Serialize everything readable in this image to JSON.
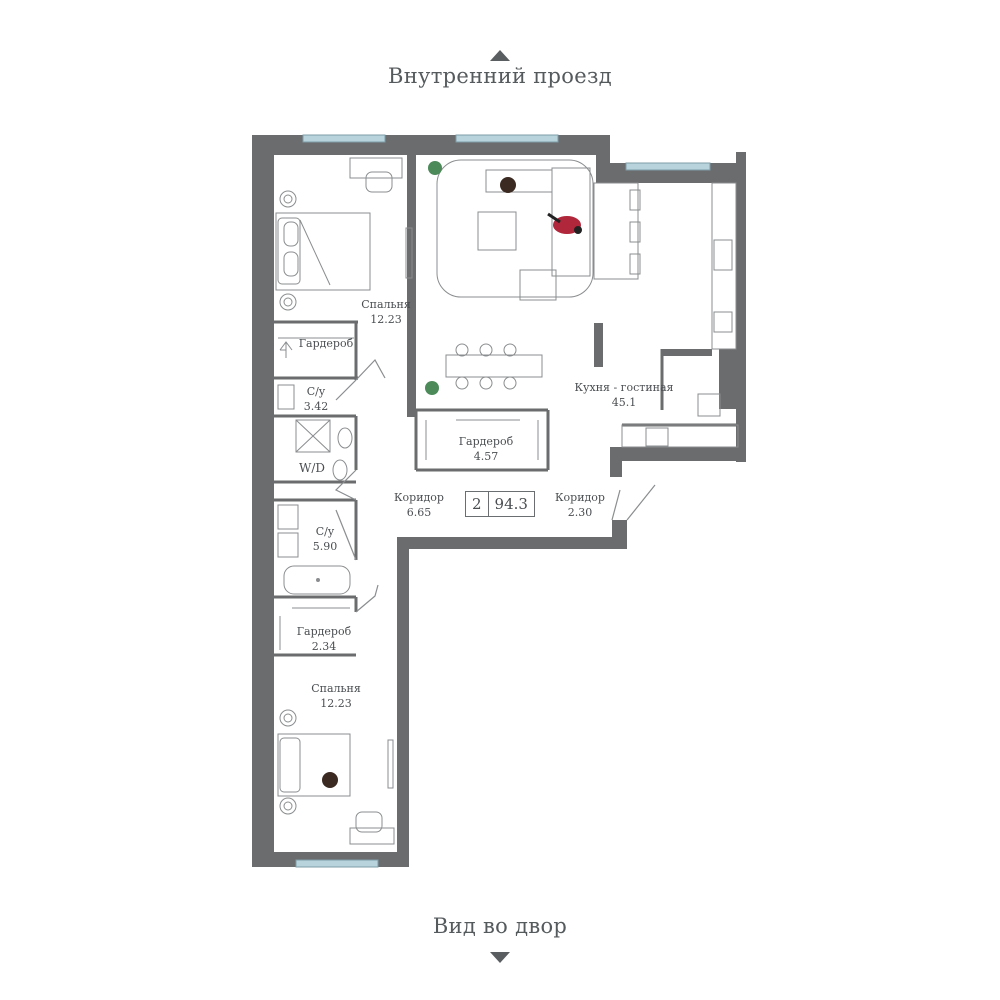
{
  "orientation": {
    "top_label": "Внутренний проезд",
    "bottom_label": "Вид во двор"
  },
  "summary": {
    "rooms_count": "2",
    "total_area": "94.3"
  },
  "rooms": {
    "bedroom_top": {
      "name": "Спальня",
      "area": "12.23"
    },
    "wardrobe_top": {
      "name": "Гардероб"
    },
    "bath_top": {
      "name": "С/у",
      "area": "3.42"
    },
    "washer": {
      "name": "W/D"
    },
    "bath_main": {
      "name": "С/у",
      "area": "5.90"
    },
    "wardrobe_small": {
      "name": "Гардероб",
      "area": "2.34"
    },
    "bedroom_bottom": {
      "name": "Спальня",
      "area": "12.23"
    },
    "corridor_left": {
      "name": "Коридор",
      "area": "6.65"
    },
    "corridor_right": {
      "name": "Коридор",
      "area": "2.30"
    },
    "wardrobe_center": {
      "name": "Гардероб",
      "area": "4.57"
    },
    "kitchen_living": {
      "name": "Кухня - гостиная",
      "area": "45.1"
    }
  },
  "colors": {
    "wall": "#6a6c6e",
    "window": "#b8d3dc",
    "line": "#8a8d8f",
    "text": "#4a4e51",
    "accent_person": "#b0263a"
  }
}
